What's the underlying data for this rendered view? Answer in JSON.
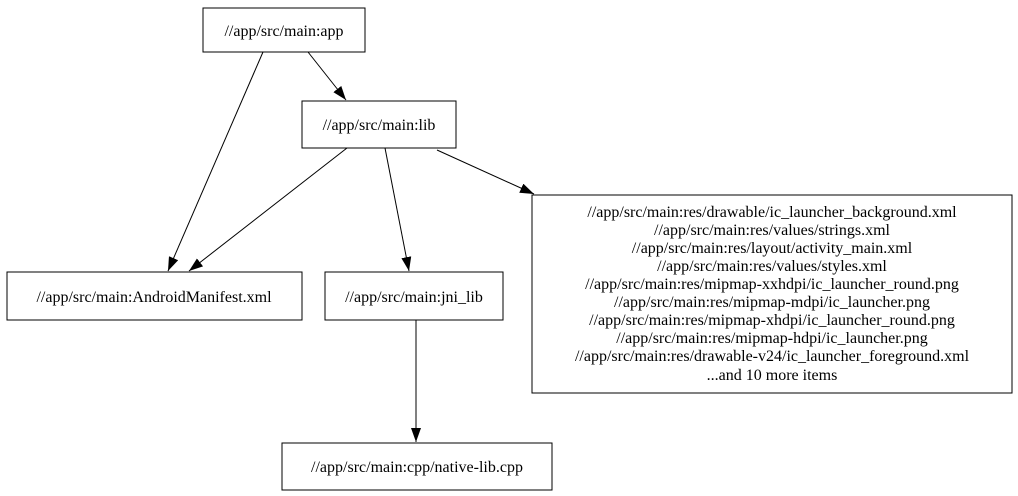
{
  "diagram": {
    "type": "dependency-graph",
    "colors": {
      "background": "#ffffff",
      "node_border": "#000000",
      "text": "#000000",
      "edge": "#000000"
    },
    "nodes": {
      "app": {
        "label": "//app/src/main:app"
      },
      "lib": {
        "label": "//app/src/main:lib"
      },
      "manifest": {
        "label": "//app/src/main:AndroidManifest.xml"
      },
      "jni_lib": {
        "label": "//app/src/main:jni_lib"
      },
      "native_lib": {
        "label": "//app/src/main:cpp/native-lib.cpp"
      },
      "resources": {
        "lines": [
          "//app/src/main:res/drawable/ic_launcher_background.xml",
          "//app/src/main:res/values/strings.xml",
          "//app/src/main:res/layout/activity_main.xml",
          "//app/src/main:res/values/styles.xml",
          "//app/src/main:res/mipmap-xxhdpi/ic_launcher_round.png",
          "//app/src/main:res/mipmap-mdpi/ic_launcher.png",
          "//app/src/main:res/mipmap-xhdpi/ic_launcher_round.png",
          "//app/src/main:res/mipmap-hdpi/ic_launcher.png",
          "//app/src/main:res/drawable-v24/ic_launcher_foreground.xml",
          "...and 10 more items"
        ]
      }
    },
    "edges": [
      {
        "from": "app",
        "to": "manifest"
      },
      {
        "from": "app",
        "to": "lib"
      },
      {
        "from": "lib",
        "to": "manifest"
      },
      {
        "from": "lib",
        "to": "jni_lib"
      },
      {
        "from": "lib",
        "to": "resources"
      },
      {
        "from": "jni_lib",
        "to": "native_lib"
      }
    ]
  }
}
